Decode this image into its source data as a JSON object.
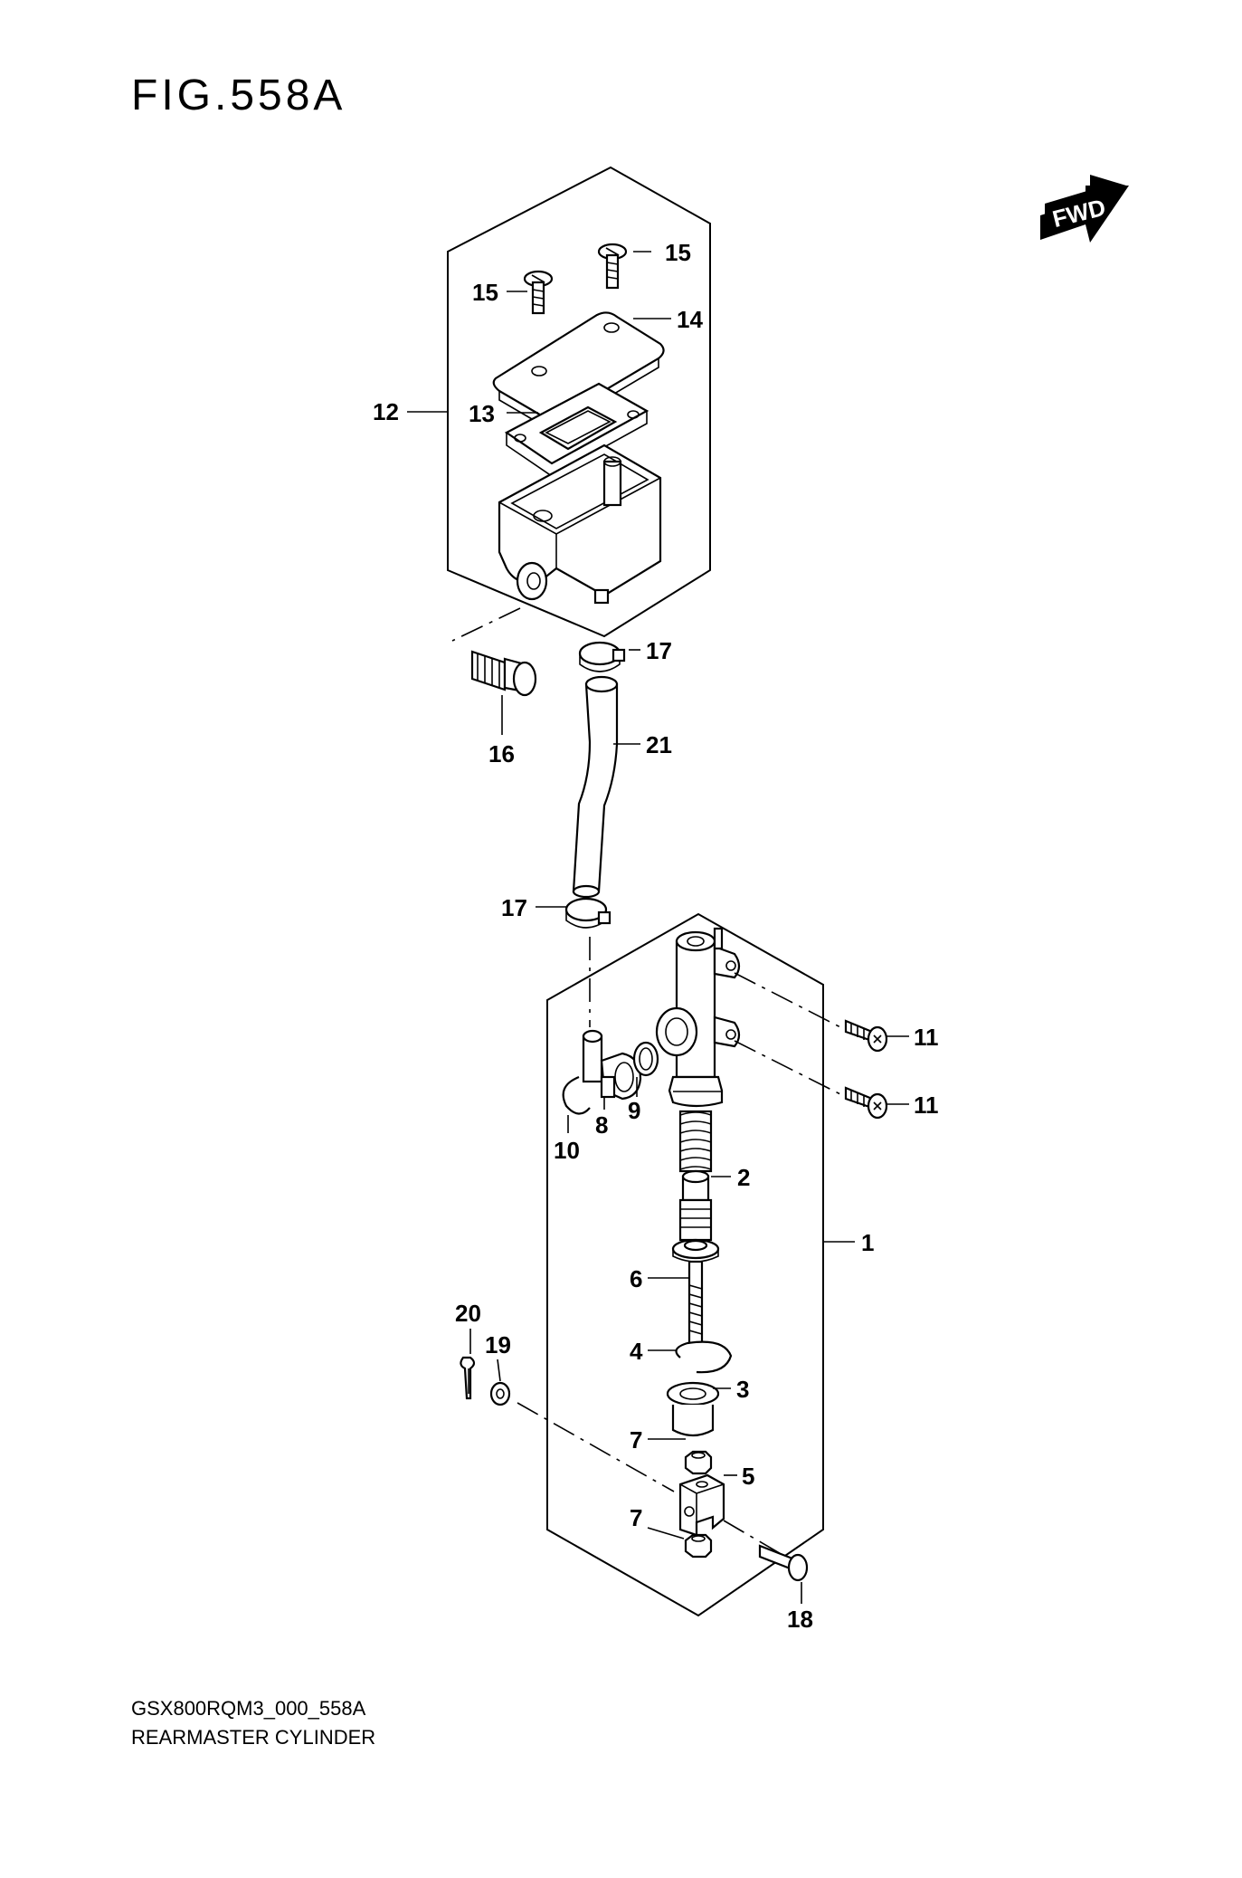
{
  "figure": {
    "title": "FIG.558A"
  },
  "orientation": {
    "arrow_label": "FWD"
  },
  "footer": {
    "code": "GSX800RQM3_000_558A",
    "name": "REARMASTER CYLINDER"
  },
  "callouts": {
    "c1": "1",
    "c2": "2",
    "c3": "3",
    "c4": "4",
    "c5": "5",
    "c6": "6",
    "c7a": "7",
    "c7b": "7",
    "c8": "8",
    "c9": "9",
    "c10": "10",
    "c11a": "11",
    "c11b": "11",
    "c12": "12",
    "c13": "13",
    "c14": "14",
    "c15a": "15",
    "c15b": "15",
    "c16": "16",
    "c17a": "17",
    "c17b": "17",
    "c18": "18",
    "c19": "19",
    "c20": "20",
    "c21": "21"
  }
}
